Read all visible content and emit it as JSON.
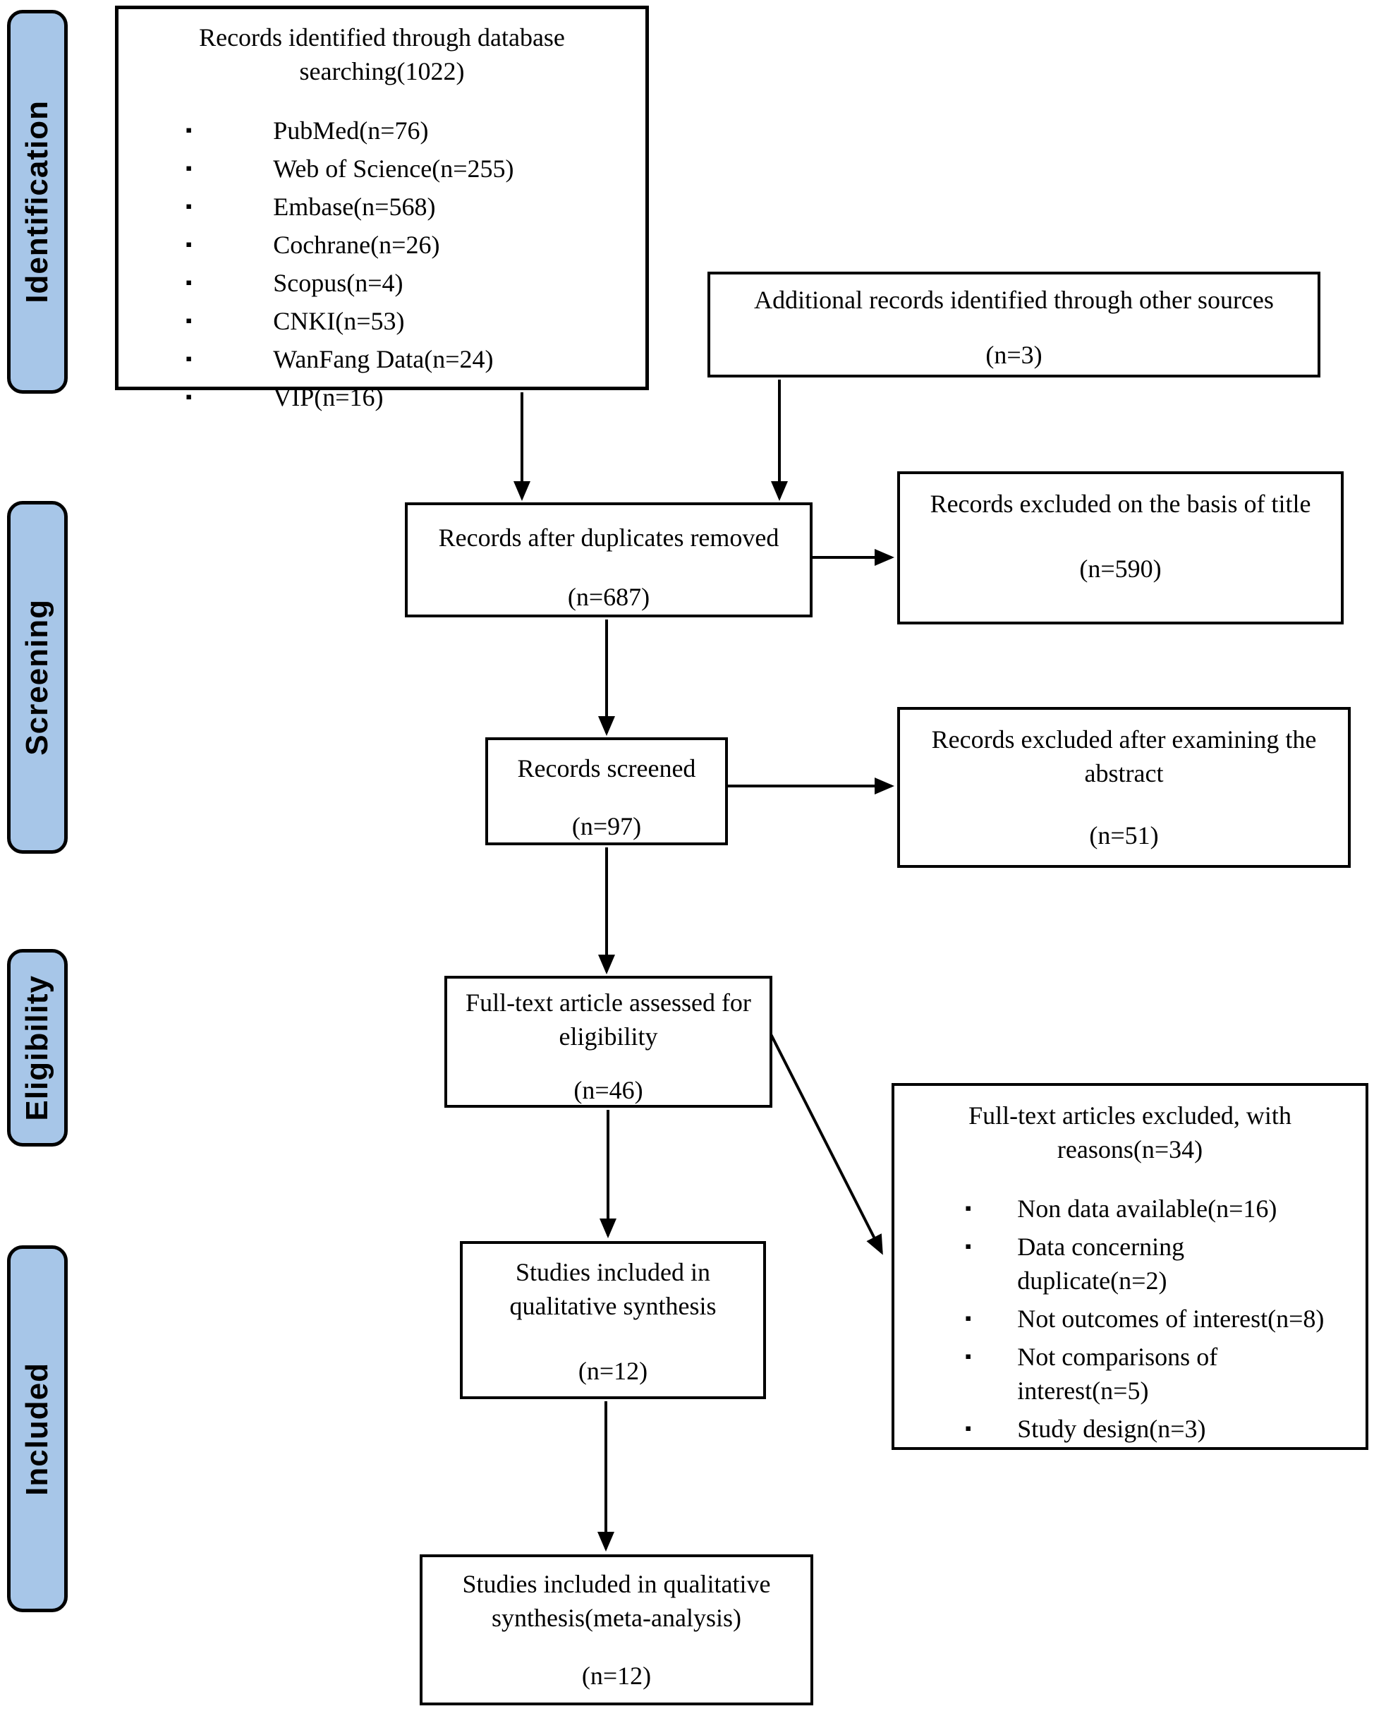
{
  "bullet_glyph": "▪",
  "colors": {
    "stage_fill": "#a7c6e8",
    "line": "#000000"
  },
  "sidebar": {
    "stages": [
      {
        "label": "Identification"
      },
      {
        "label": "Screening"
      },
      {
        "label": "Eligibility"
      },
      {
        "label": "Included"
      }
    ]
  },
  "boxes": {
    "records_identified": {
      "title": "Records identified through database searching(1022)",
      "items": [
        "PubMed(n=76)",
        "Web of Science(n=255)",
        "Embase(n=568)",
        "Cochrane(n=26)",
        "Scopus(n=4)",
        "CNKI(n=53)",
        "WanFang Data(n=24)",
        "VIP(n=16)"
      ]
    },
    "additional_records": {
      "text": "Additional records identified through other sources",
      "count": "(n=3)"
    },
    "duplicates_removed": {
      "text": "Records after duplicates removed",
      "count": "(n=687)"
    },
    "excluded_title": {
      "text": "Records excluded on the basis of title",
      "count": "(n=590)"
    },
    "records_screened": {
      "text": "Records screened",
      "count": "(n=97)"
    },
    "excluded_abstract": {
      "text": "Records excluded after examining the abstract",
      "count": "(n=51)"
    },
    "fulltext_assessed": {
      "text": "Full-text article assessed for eligibility",
      "count": "(n=46)"
    },
    "fulltext_excluded": {
      "title": "Full-text articles excluded, with reasons(n=34)",
      "items": [
        "Non data available(n=16)",
        "Data concerning duplicate(n=2)",
        "Not outcomes of interest(n=8)",
        "Not comparisons of interest(n=5)",
        "Study design(n=3)"
      ]
    },
    "qualitative_synthesis": {
      "text": "Studies included in qualitative synthesis",
      "count": "(n=12)"
    },
    "meta_analysis": {
      "text": "Studies included in qualitative synthesis(meta-analysis)",
      "count": "(n=12)"
    }
  }
}
